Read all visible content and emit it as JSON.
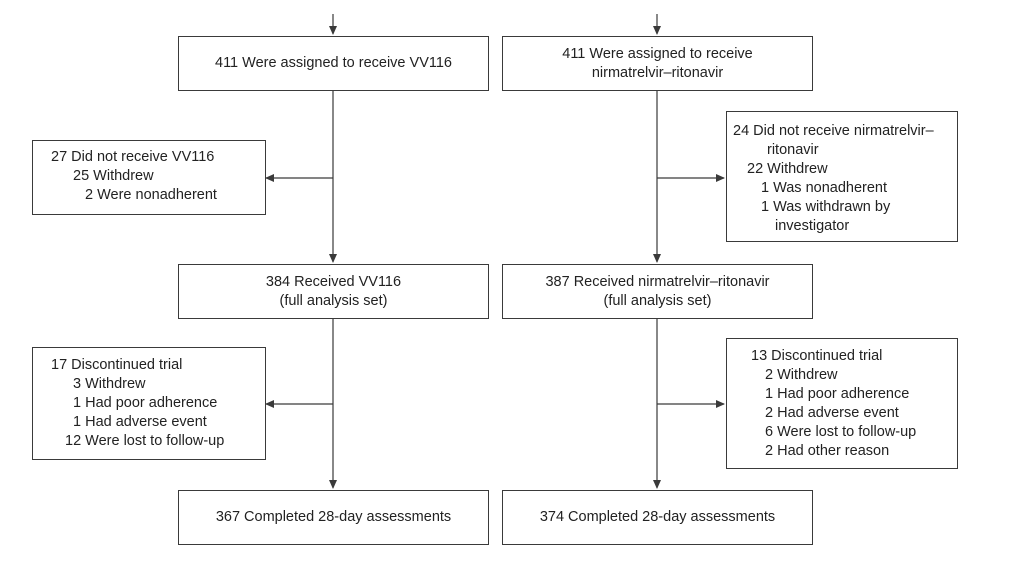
{
  "left_arm": {
    "assigned": [
      "411 Were assigned to receive VV116"
    ],
    "not_received": [
      "27 Did not receive VV116",
      "25 Withdrew",
      "2 Were nonadherent"
    ],
    "received": [
      "384 Received VV116",
      "(full analysis set)"
    ],
    "discontinued": [
      "17 Discontinued trial",
      "3 Withdrew",
      "1 Had poor adherence",
      "1 Had adverse event",
      "12 Were lost to follow-up"
    ],
    "completed": [
      "367 Completed 28-day assessments"
    ]
  },
  "right_arm": {
    "assigned": [
      "411 Were assigned to receive",
      "nirmatrelvir–ritonavir"
    ],
    "not_received": [
      "24 Did not receive nirmatrelvir–",
      "ritonavir",
      "22 Withdrew",
      "1 Was nonadherent",
      "1 Was withdrawn by",
      "investigator"
    ],
    "received": [
      "387 Received nirmatrelvir–ritonavir",
      "(full analysis set)"
    ],
    "discontinued": [
      "13 Discontinued trial",
      "2 Withdrew",
      "1 Had poor adherence",
      "2 Had adverse event",
      "6 Were lost to follow-up",
      "2 Had other reason"
    ],
    "completed": [
      "374 Completed 28-day assessments"
    ]
  },
  "colors": {
    "line": "#3a3a3a",
    "text": "#222222",
    "background": "#ffffff"
  }
}
